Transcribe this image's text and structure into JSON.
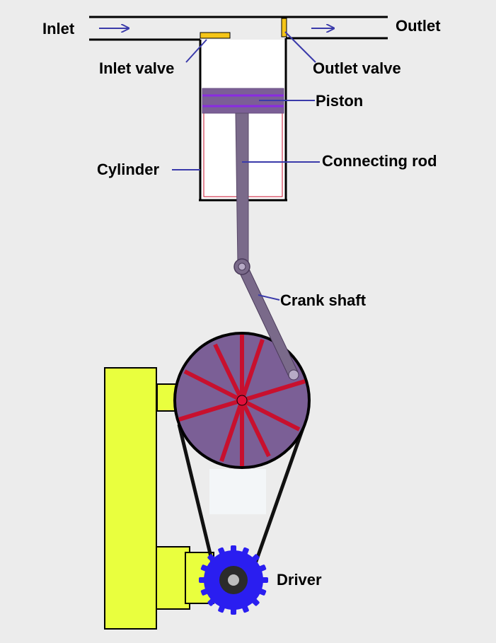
{
  "labels": {
    "inlet": "Inlet",
    "outlet": "Outlet",
    "inlet_valve": "Inlet valve",
    "outlet_valve": "Outlet valve",
    "piston": "Piston",
    "cylinder": "Cylinder",
    "connecting_rod": "Connecting rod",
    "crank_shaft": "Crank shaft",
    "driver": "Driver"
  },
  "colors": {
    "background": "#ececec",
    "outline": "#000000",
    "valve": "#f5c518",
    "piston": "#7b5f96",
    "piston_ring": "#8a2be2",
    "rod": "#7a6a8a",
    "wheel": "#7b5f96",
    "spoke": "#c8102e",
    "frame": "#e9ff3e",
    "driver_gear": "#2a1ef0",
    "leader": "#3a3aaa",
    "arrow": "#3a3aaa"
  },
  "icons": {
    "inlet_arrow": "right-arrow-icon",
    "outlet_arrow": "right-arrow-icon"
  }
}
